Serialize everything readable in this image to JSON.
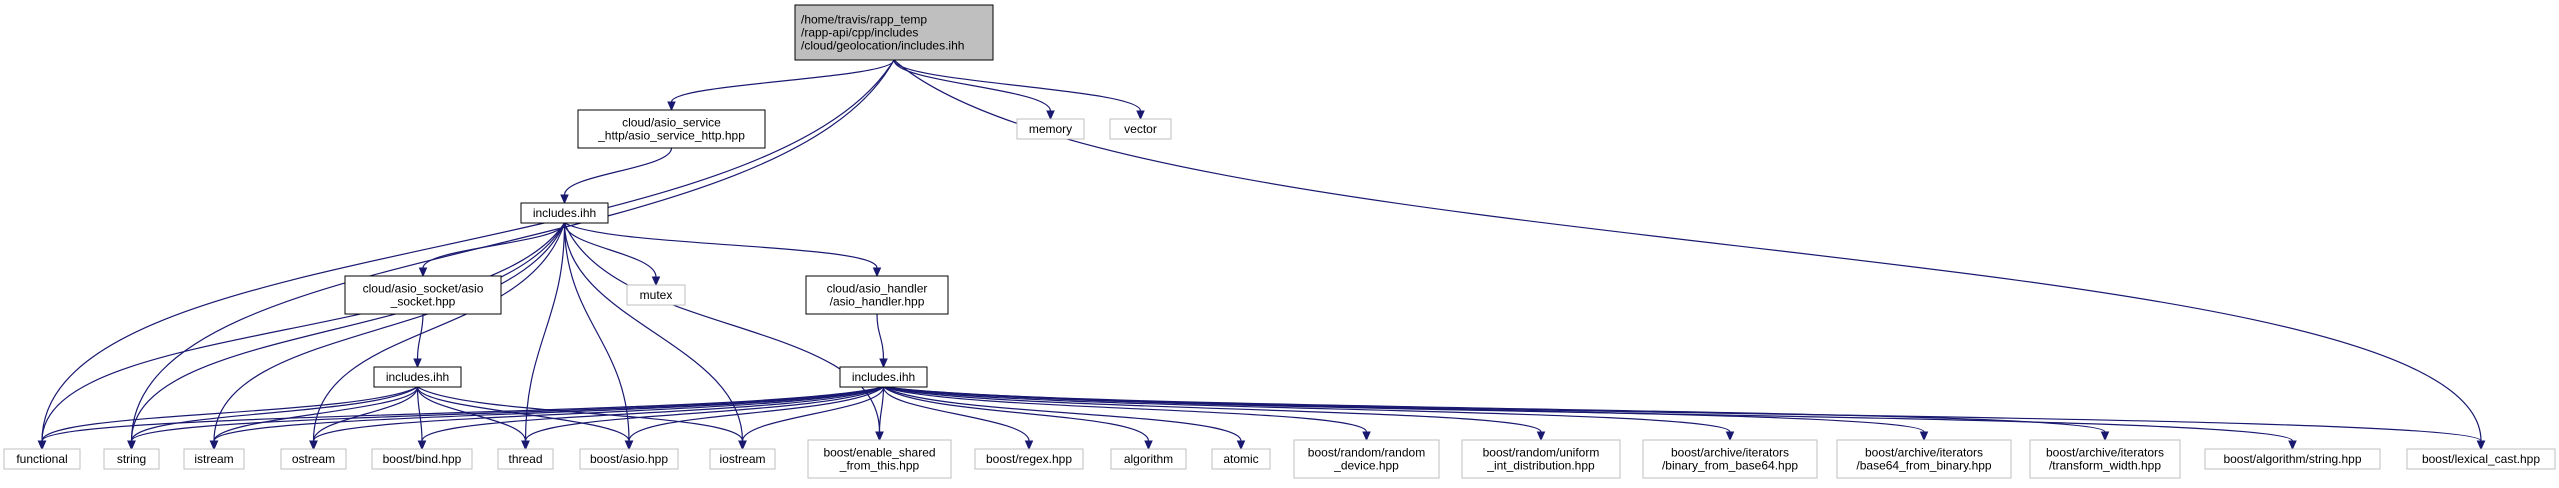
{
  "colors": {
    "root_fill": "#bfbfbf",
    "node_border": "#000000",
    "external_border": "#bfbfbf",
    "edge": "#191970"
  },
  "nodes": {
    "root": {
      "lines": [
        "/home/travis/rapp_temp",
        "/rapp-api/cpp/includes",
        "/cloud/geolocation/includes.ihh"
      ],
      "kind": "root"
    },
    "asio_service": {
      "lines": [
        "cloud/asio_service",
        "_http/asio_service_http.hpp"
      ],
      "kind": "file"
    },
    "memory": {
      "lines": [
        "memory"
      ],
      "kind": "external"
    },
    "vector": {
      "lines": [
        "vector"
      ],
      "kind": "external"
    },
    "inc_a": {
      "lines": [
        "includes.ihh"
      ],
      "kind": "file"
    },
    "asio_socket": {
      "lines": [
        "cloud/asio_socket/asio",
        "_socket.hpp"
      ],
      "kind": "file"
    },
    "mutex": {
      "lines": [
        "mutex"
      ],
      "kind": "external"
    },
    "asio_handler": {
      "lines": [
        "cloud/asio_handler",
        "/asio_handler.hpp"
      ],
      "kind": "file"
    },
    "inc_b": {
      "lines": [
        "includes.ihh"
      ],
      "kind": "file"
    },
    "inc_c": {
      "lines": [
        "includes.ihh"
      ],
      "kind": "file"
    },
    "functional": {
      "lines": [
        "functional"
      ],
      "kind": "external"
    },
    "string": {
      "lines": [
        "string"
      ],
      "kind": "external"
    },
    "istream": {
      "lines": [
        "istream"
      ],
      "kind": "external"
    },
    "ostream": {
      "lines": [
        "ostream"
      ],
      "kind": "external"
    },
    "bind": {
      "lines": [
        "boost/bind.hpp"
      ],
      "kind": "external"
    },
    "thread": {
      "lines": [
        "thread"
      ],
      "kind": "external"
    },
    "asio": {
      "lines": [
        "boost/asio.hpp"
      ],
      "kind": "external"
    },
    "iostream": {
      "lines": [
        "iostream"
      ],
      "kind": "external"
    },
    "enable_shared": {
      "lines": [
        "boost/enable_shared",
        "_from_this.hpp"
      ],
      "kind": "external"
    },
    "regex": {
      "lines": [
        "boost/regex.hpp"
      ],
      "kind": "external"
    },
    "algorithm": {
      "lines": [
        "algorithm"
      ],
      "kind": "external"
    },
    "atomic": {
      "lines": [
        "atomic"
      ],
      "kind": "external"
    },
    "random_device": {
      "lines": [
        "boost/random/random",
        "_device.hpp"
      ],
      "kind": "external"
    },
    "uniform_int": {
      "lines": [
        "boost/random/uniform",
        "_int_distribution.hpp"
      ],
      "kind": "external"
    },
    "binary_from_base64": {
      "lines": [
        "boost/archive/iterators",
        "/binary_from_base64.hpp"
      ],
      "kind": "external"
    },
    "base64_from_binary": {
      "lines": [
        "boost/archive/iterators",
        "/base64_from_binary.hpp"
      ],
      "kind": "external"
    },
    "transform_width": {
      "lines": [
        "boost/archive/iterators",
        "/transform_width.hpp"
      ],
      "kind": "external"
    },
    "algorithm_string": {
      "lines": [
        "boost/algorithm/string.hpp"
      ],
      "kind": "external"
    },
    "lexical_cast": {
      "lines": [
        "boost/lexical_cast.hpp"
      ],
      "kind": "external"
    }
  },
  "edges": [
    [
      "root",
      "asio_service"
    ],
    [
      "root",
      "memory"
    ],
    [
      "root",
      "vector"
    ],
    [
      "root",
      "functional"
    ],
    [
      "root",
      "string"
    ],
    [
      "root",
      "lexical_cast"
    ],
    [
      "asio_service",
      "inc_a"
    ],
    [
      "inc_a",
      "asio_socket"
    ],
    [
      "inc_a",
      "mutex"
    ],
    [
      "inc_a",
      "asio_handler"
    ],
    [
      "inc_a",
      "functional"
    ],
    [
      "inc_a",
      "string"
    ],
    [
      "inc_a",
      "istream"
    ],
    [
      "inc_a",
      "ostream"
    ],
    [
      "inc_a",
      "thread"
    ],
    [
      "inc_a",
      "asio"
    ],
    [
      "inc_a",
      "iostream"
    ],
    [
      "inc_a",
      "enable_shared"
    ],
    [
      "asio_socket",
      "inc_b"
    ],
    [
      "inc_b",
      "functional"
    ],
    [
      "inc_b",
      "string"
    ],
    [
      "inc_b",
      "istream"
    ],
    [
      "inc_b",
      "ostream"
    ],
    [
      "inc_b",
      "bind"
    ],
    [
      "inc_b",
      "thread"
    ],
    [
      "inc_b",
      "asio"
    ],
    [
      "inc_b",
      "iostream"
    ],
    [
      "asio_handler",
      "inc_c"
    ],
    [
      "inc_c",
      "functional"
    ],
    [
      "inc_c",
      "string"
    ],
    [
      "inc_c",
      "istream"
    ],
    [
      "inc_c",
      "ostream"
    ],
    [
      "inc_c",
      "bind"
    ],
    [
      "inc_c",
      "thread"
    ],
    [
      "inc_c",
      "asio"
    ],
    [
      "inc_c",
      "iostream"
    ],
    [
      "inc_c",
      "enable_shared"
    ],
    [
      "inc_c",
      "regex"
    ],
    [
      "inc_c",
      "algorithm"
    ],
    [
      "inc_c",
      "atomic"
    ],
    [
      "inc_c",
      "random_device"
    ],
    [
      "inc_c",
      "uniform_int"
    ],
    [
      "inc_c",
      "binary_from_base64"
    ],
    [
      "inc_c",
      "base64_from_binary"
    ],
    [
      "inc_c",
      "transform_width"
    ],
    [
      "inc_c",
      "algorithm_string"
    ],
    [
      "inc_c",
      "lexical_cast"
    ]
  ]
}
